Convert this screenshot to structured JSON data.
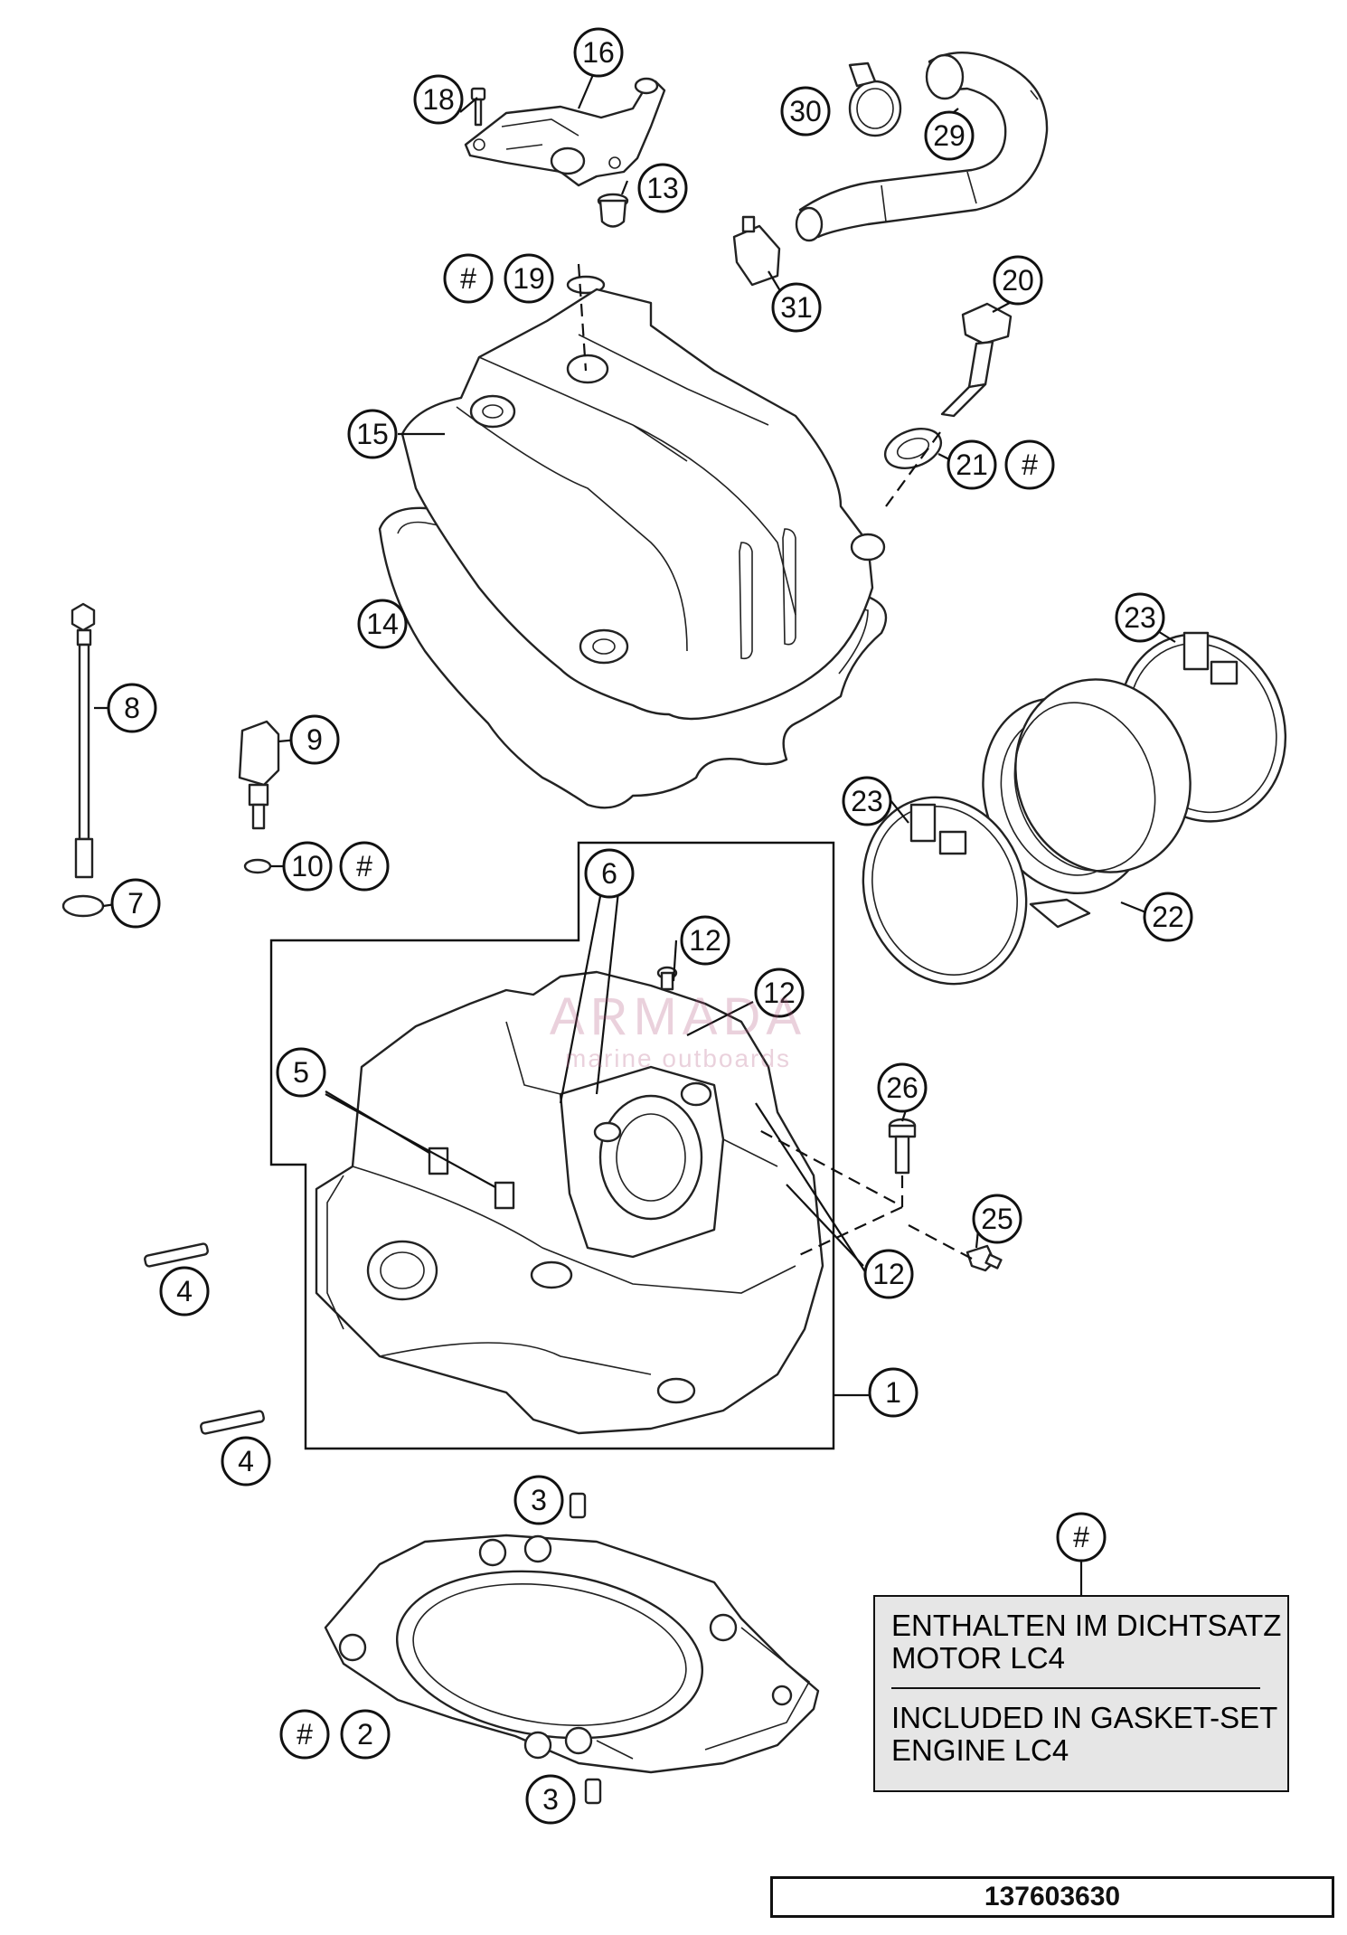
{
  "diagram": {
    "legend": {
      "symbol": "#",
      "de_line1": "ENTHALTEN IM DICHTSATZ",
      "de_line2": "MOTOR LC4",
      "en_line1": "INCLUDED IN GASKET-SET",
      "en_line2": "ENGINE LC4"
    },
    "document_number": "137603630",
    "watermark": {
      "line1": "ARMADA",
      "line2": "marine outboards"
    },
    "callouts": {
      "c16": "16",
      "c18": "18",
      "c13": "13",
      "c30": "30",
      "c29": "29",
      "c31": "31",
      "c19h": "#",
      "c19": "19",
      "c20": "20",
      "c21": "21",
      "c21h": "#",
      "c15": "15",
      "c14": "14",
      "c8": "8",
      "c9": "9",
      "c10": "10",
      "c10h": "#",
      "c7": "7",
      "c23a": "23",
      "c23b": "23",
      "c22": "22",
      "c6": "6",
      "c12a": "12",
      "c12b": "12",
      "c12c": "12",
      "c5": "5",
      "c26": "26",
      "c25": "25",
      "c4a": "4",
      "c4b": "4",
      "c1": "1",
      "c3a": "3",
      "c3b": "3",
      "c2h": "#",
      "c2": "2",
      "clegend": "#"
    }
  }
}
